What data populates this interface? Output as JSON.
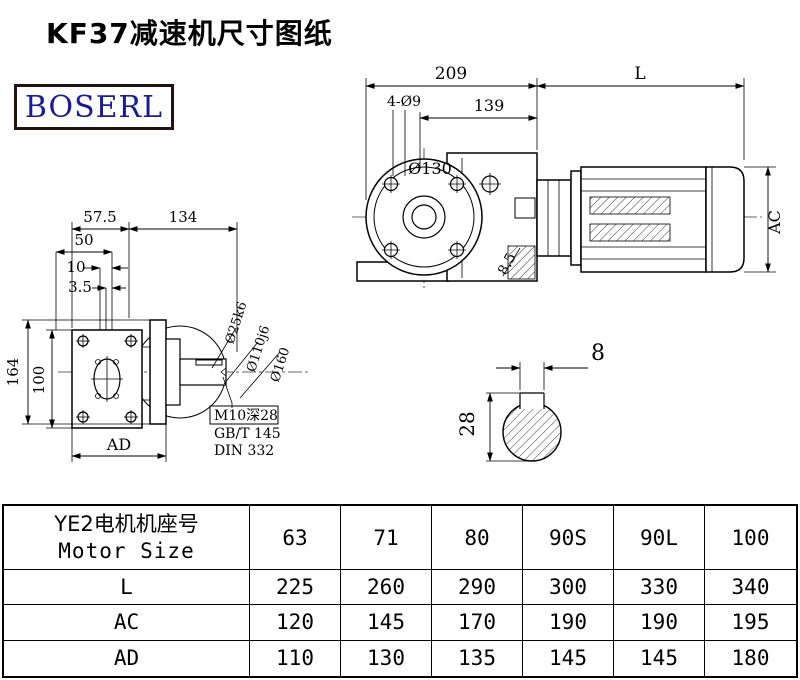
{
  "page": {
    "title": "KF37减速机尺寸图纸",
    "logo": "BOSERL"
  },
  "front_view": {
    "dim_total": "209",
    "dim_motor_length": "L",
    "dim_139": "139",
    "dim_bolt_holes": "4-Ø9",
    "dim_bolt_circle": "Ø130",
    "dim_offset": "8.5",
    "dim_motor_height": "AC"
  },
  "side_view": {
    "dim_57_5": "57.5",
    "dim_134": "134",
    "dim_50": "50",
    "dim_10": "10",
    "dim_3_5": "3.5",
    "dim_164": "164",
    "dim_100": "100",
    "dim_ad": "AD",
    "dim_shaft": "Ø25k6",
    "dim_spigot": "Ø110j6",
    "dim_flange": "Ø160",
    "note_tap": "M10深28",
    "note_gb": "GB/T 145",
    "note_din": "DIN 332"
  },
  "shaft_view": {
    "dim_key_width": "8",
    "dim_height": "28"
  },
  "table": {
    "header_cn": "YE2电机机座号",
    "header_en": "Motor Size",
    "sizes": [
      "63",
      "71",
      "80",
      "90S",
      "90L",
      "100"
    ],
    "rows": [
      {
        "label": "L",
        "values": [
          "225",
          "260",
          "290",
          "300",
          "330",
          "340"
        ]
      },
      {
        "label": "AC",
        "values": [
          "120",
          "145",
          "170",
          "190",
          "190",
          "195"
        ]
      },
      {
        "label": "AD",
        "values": [
          "110",
          "130",
          "135",
          "145",
          "145",
          "180"
        ]
      }
    ]
  }
}
